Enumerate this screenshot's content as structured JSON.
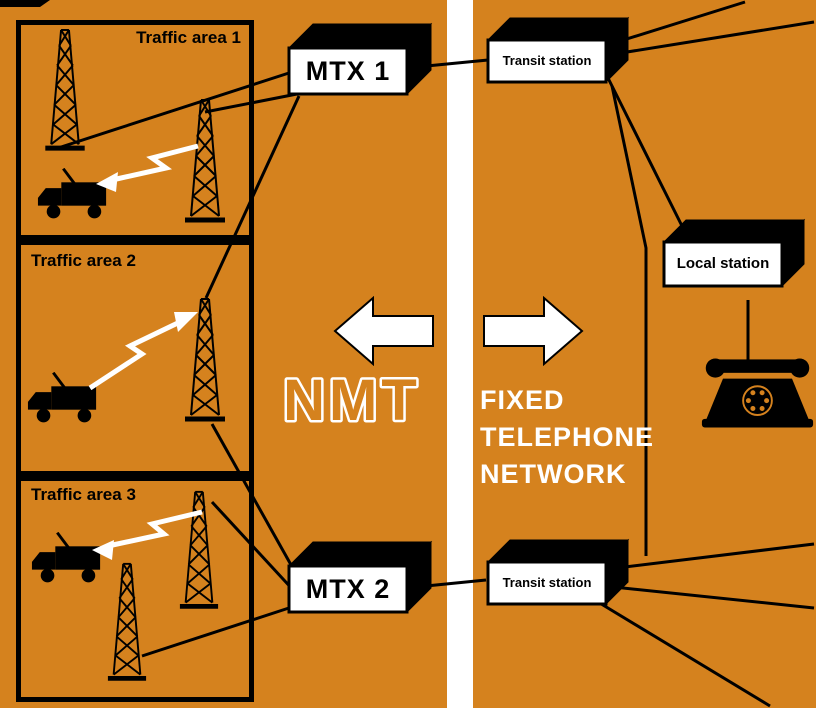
{
  "colors": {
    "background": "#D5821E",
    "diagram_lines": "#000000",
    "divider": "#FFFFFF",
    "arrow_fill": "#FFFFFF",
    "station_face": "#FFFFFF",
    "nmt_outline": "#FFFFFF"
  },
  "traffic_areas": [
    {
      "label": "Traffic area 1"
    },
    {
      "label": "Traffic area 2"
    },
    {
      "label": "Traffic area 3"
    }
  ],
  "nodes": {
    "mtx1": {
      "label": "MTX 1"
    },
    "mtx2": {
      "label": "MTX 2"
    },
    "transit_top": {
      "label": "Transit station"
    },
    "transit_bottom": {
      "label": "Transit station"
    },
    "local_station": {
      "label": "Local station"
    }
  },
  "labels": {
    "nmt": "NMT",
    "fixed": [
      "FIXED",
      "TELEPHONE",
      "NETWORK"
    ]
  }
}
